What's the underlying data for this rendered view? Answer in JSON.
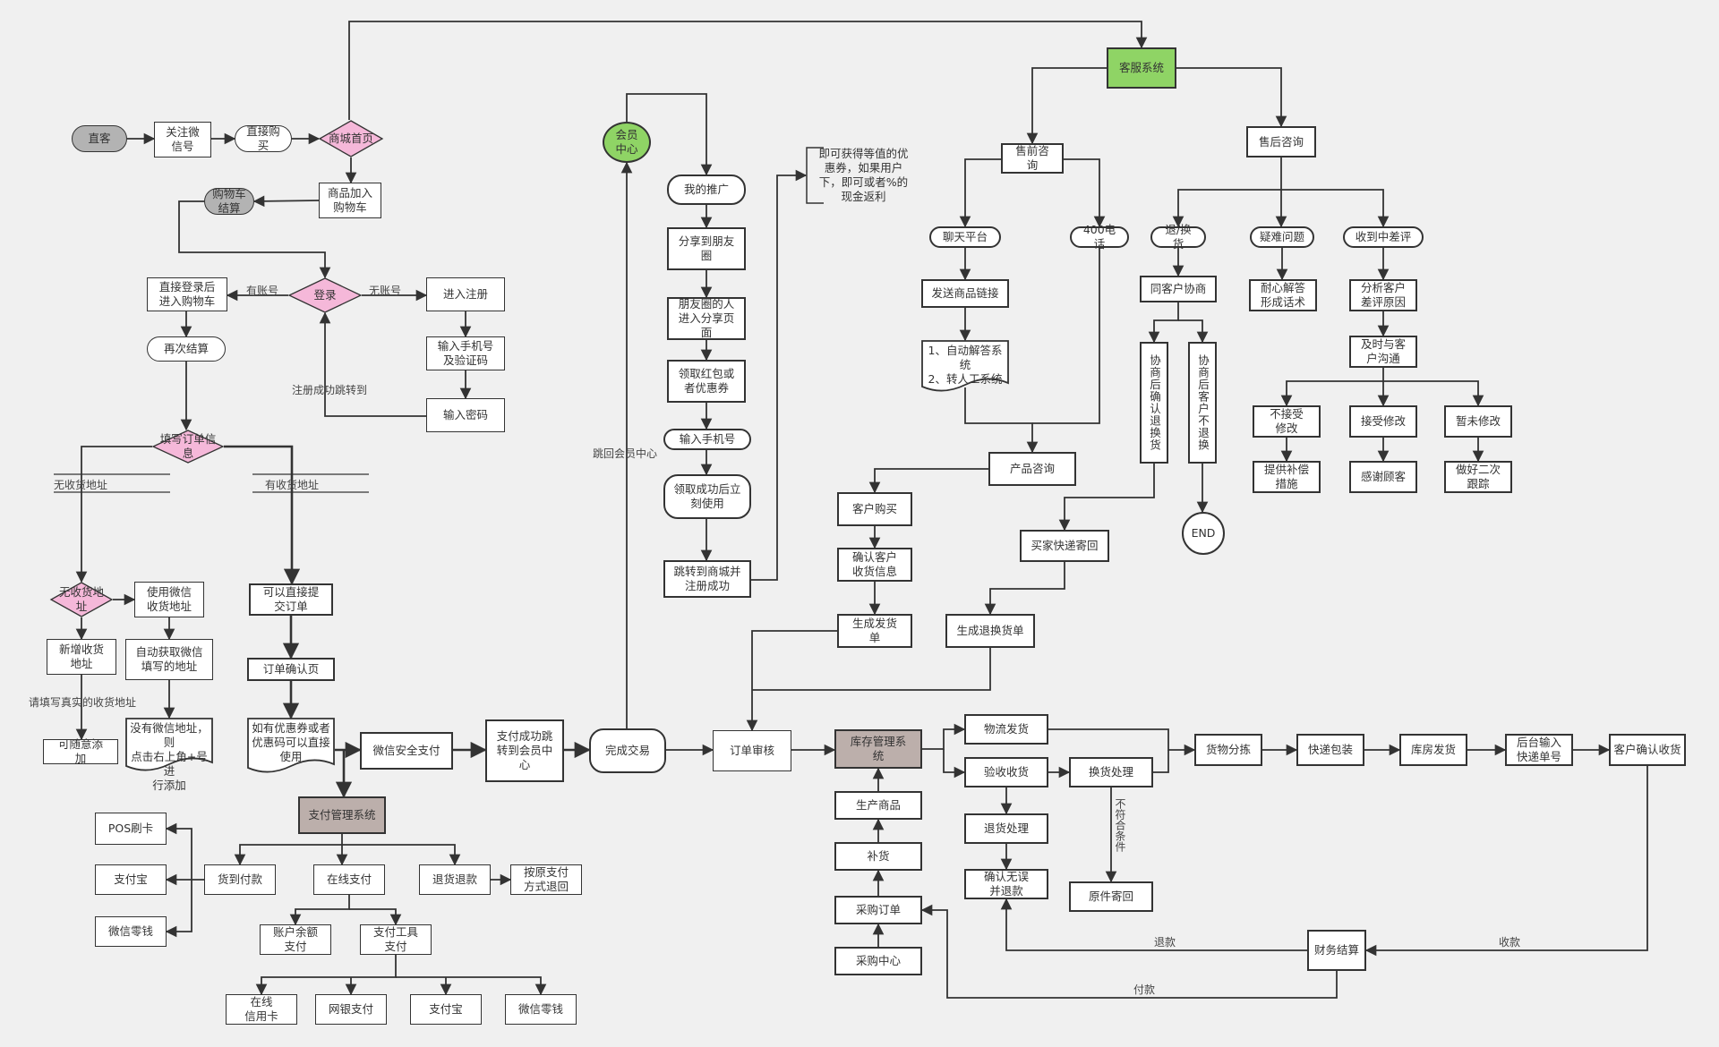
{
  "diagram": {
    "title": "电商业务流程图",
    "colors": {
      "background": "#f0f0f0",
      "decision_pink": "#f5b8d9",
      "system_green": "#8fd465",
      "system_taupe": "#bcafab",
      "terminal_gray": "#b3b3b3",
      "stroke": "#333333"
    },
    "nodes": {
      "zhike": "直客",
      "follow_wechat": "关注微\n信号",
      "direct_buy": "直接购\n买",
      "mall_home": "商城首页",
      "add_cart": "商品加入\n购物车",
      "cart_checkout": "购物车\n结算",
      "login": "登录",
      "login_to_cart": "直接登录后\n进入购物车",
      "register": "进入注册",
      "phone_code": "输入手机号\n及验证码",
      "password": "输入密码",
      "checkout_again": "再次结算",
      "fill_order": "填写订单信\n息",
      "no_address_dec": "无收货地\n址",
      "use_wechat_addr": "使用微信\n收货地址",
      "new_address": "新增收货\n地址",
      "auto_wechat_addr": "自动获取微信\n填写的地址",
      "add_freely": "可随意添\n加",
      "no_wechat_addr": "没有微信地址，则\n点击右上角+号进\n行添加",
      "submit_order": "可以直接提\n交订单",
      "order_confirm": "订单确认页",
      "coupon_doc": "如有优惠券或者\n优惠码可以直接\n使用",
      "wechat_pay": "微信安全支付",
      "pay_success": "支付成功跳\n转到会员中\n心",
      "done": "完成交易",
      "order_review": "订单审核",
      "inventory": "库存管理系\n统",
      "pay_system": "支付管理系统",
      "cod": "货到付款",
      "online_pay": "在线支付",
      "refund": "退货退款",
      "refund_original": "按原支付\n方式退回",
      "pos": "POS刷卡",
      "alipay1": "支付宝",
      "wechat_change1": "微信零钱",
      "balance_pay": "账户余额\n支付",
      "tool_pay": "支付工具\n支付",
      "credit_card": "在线\n信用卡",
      "netbank": "网银支付",
      "alipay2": "支付宝",
      "wechat_change2": "微信零钱",
      "member_center": "会员\n中心",
      "my_promo": "我的推广",
      "share_moments": "分享到朋友\n圈",
      "friends_enter": "朋友圈的人\n进入分享页\n面",
      "get_coupon": "领取红包或\n者优惠券",
      "input_phone": "输入手机号",
      "use_now": "领取成功后立\n刻使用",
      "jump_mall": "跳转到商城并\n注册成功",
      "promo_note": "即可获得等值的优\n惠券，如果用户\n下，即可或者%的\n现金返利",
      "cs_system": "客服系统",
      "presale": "售前咨\n询",
      "aftersale": "售后咨询",
      "chat": "聊天平台",
      "phone400": "400电\n话",
      "send_link": "发送商品链接",
      "auto_reply_doc": "1、自动解答系\n统\n2、转人工系统",
      "product_consult": "产品咨询",
      "customer_buy": "客户购买",
      "confirm_info": "确认客户\n收货信息",
      "ship_order": "生成发货\n单",
      "return_exchange": "退/换\n货",
      "difficult": "疑难问题",
      "bad_review": "收到中差评",
      "negotiate": "同客户协商",
      "confirm_return": "协商后确认退换货",
      "no_return": "协商后客户不退换",
      "end": "END",
      "patient_answer": "耐心解答\n形成话术",
      "analyze": "分析客户\n差评原因",
      "communicate": "及时与客\n户沟通",
      "not_accept": "不接受\n修改",
      "accept": "接受修改",
      "not_yet": "暂未修改",
      "compensate": "提供补偿\n措施",
      "thank": "感谢顾客",
      "follow_up": "做好二次\n跟踪",
      "buyer_return": "买家快递寄回",
      "return_order": "生成退换货单",
      "logistics": "物流发货",
      "inspect": "验收收货",
      "exchange": "换货处理",
      "return_proc": "退货处理",
      "confirm_refund": "确认无误\n并退款",
      "send_back": "原件寄回",
      "produce": "生产商品",
      "restock": "补货",
      "purchase_order": "采购订单",
      "purchase_center": "采购中心",
      "sorting": "货物分拣",
      "packing": "快递包装",
      "warehouse_ship": "库房发货",
      "input_tracking": "后台输入\n快递单号",
      "customer_receive": "客户确认收货",
      "finance": "财务结算"
    },
    "edge_labels": {
      "has_account": "有账号",
      "no_account": "无账号",
      "reg_success": "注册成功跳转到",
      "no_address": "无收货地址",
      "has_address": "有收货地址",
      "real_address": "请填写真实的收货地址",
      "back_member": "跳回会员中心",
      "not_qualified": "不符合条件",
      "refund": "退款",
      "collect": "收款",
      "pay": "付款"
    }
  }
}
